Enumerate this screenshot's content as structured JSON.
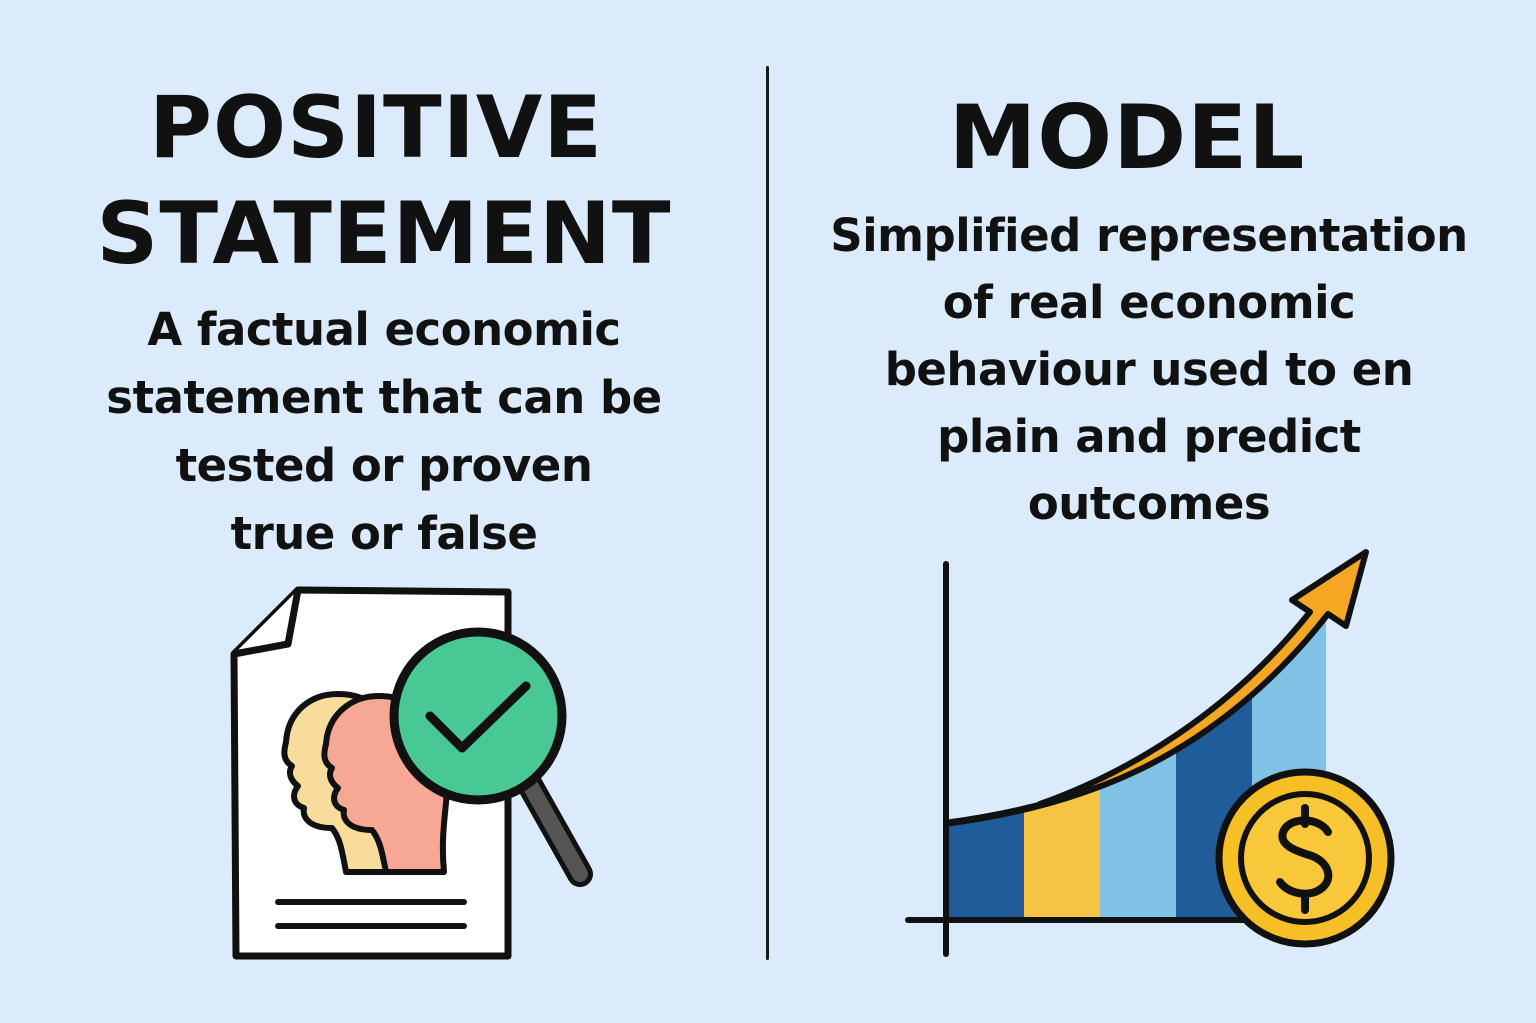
{
  "left": {
    "title_line1": "POSITIVE",
    "title_line2": "STATEMENT",
    "description_lines": [
      "A factual economic",
      "statement that can be",
      "tested or proven",
      "true or false"
    ],
    "illustration_icon": "document-with-heads-and-magnifier-check-icon"
  },
  "right": {
    "title": "MODEL",
    "description_lines": [
      "Simplified representation",
      "of real economic",
      "behaviour used to en",
      "plain and predict",
      "outcomes"
    ],
    "illustration_icon": "growth-chart-with-arrow-and-coin-icon"
  },
  "colors": {
    "background": "#dcebfb",
    "ink": "#111111",
    "check_green": "#48c894",
    "head_yellow": "#f8dc9c",
    "head_salmon": "#f7a894",
    "bar_dark_blue": "#1f5c99",
    "bar_yellow": "#f6c444",
    "bar_light_blue": "#80c2e6",
    "arrow_orange": "#f4a723",
    "coin_gold": "#f7bf26"
  }
}
